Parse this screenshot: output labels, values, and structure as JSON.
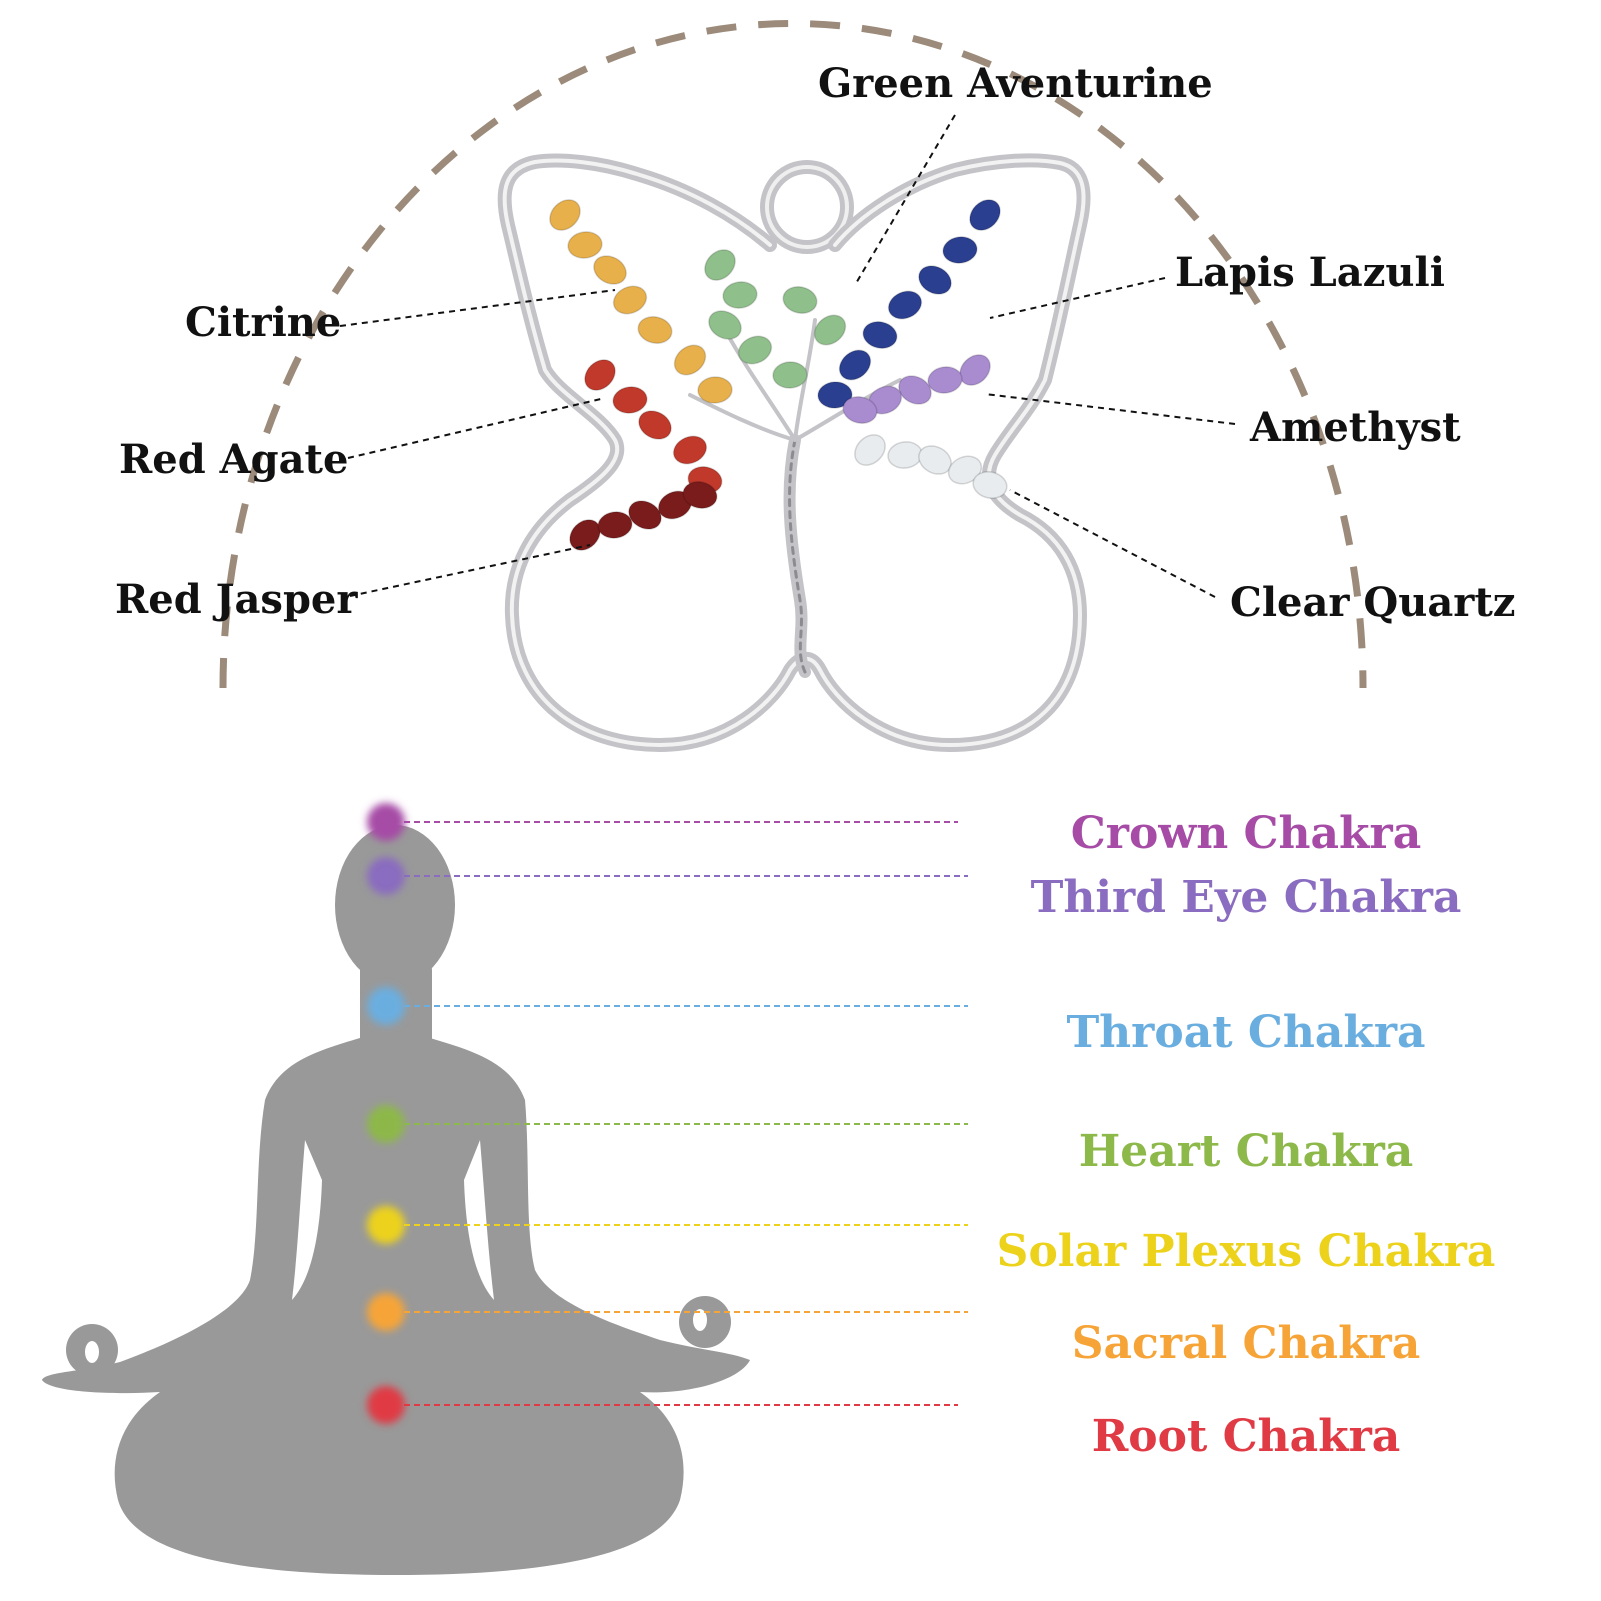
{
  "stones": [
    {
      "name": "Green Aventurine",
      "color": "#8fbf8a"
    },
    {
      "name": "Lapis Lazuli",
      "color": "#2a3f8f"
    },
    {
      "name": "Citrine",
      "color": "#e8b04a"
    },
    {
      "name": "Amethyst",
      "color": "#a98bd0"
    },
    {
      "name": "Red Agate",
      "color": "#c0392b"
    },
    {
      "name": "Clear Quartz",
      "color": "#e8ecef"
    },
    {
      "name": "Red Jasper",
      "color": "#7b1c1c"
    }
  ],
  "chakras": [
    {
      "name": "Crown Chakra",
      "color": "#a64ca6"
    },
    {
      "name": "Third Eye Chakra",
      "color": "#8a6cc0"
    },
    {
      "name": "Throat Chakra",
      "color": "#6aaee0"
    },
    {
      "name": "Heart Chakra",
      "color": "#8db84a"
    },
    {
      "name": "Solar Plexus Chakra",
      "color": "#ecd21a"
    },
    {
      "name": "Sacral Chakra",
      "color": "#f6a437"
    },
    {
      "name": "Root Chakra",
      "color": "#e03a45"
    }
  ],
  "colors": {
    "arc": "#9c8b7a",
    "silhouette": "#999999",
    "silver": "#c4c4c8",
    "label": "#111111"
  }
}
